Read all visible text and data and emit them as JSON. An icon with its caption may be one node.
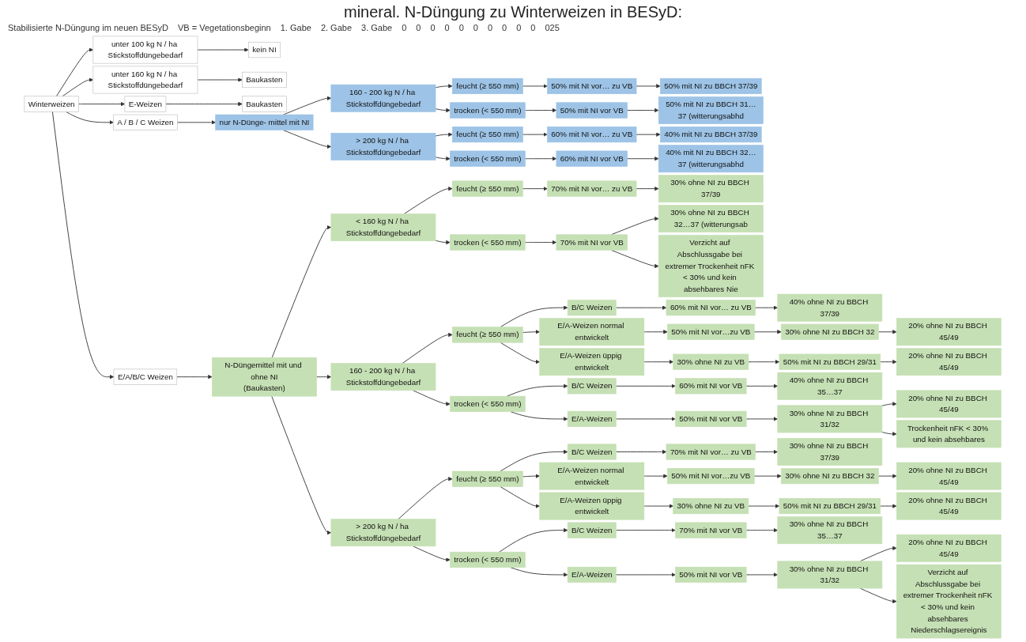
{
  "diagram": {
    "title": "mineral. N-Düngung zu Winterweizen in BESyD:",
    "nodes": [
      {
        "text": [
          "Winterweizen"
        ]
      },
      {
        "text": [
          "unter 100 kg N / ha Stickstoffdüngebedarf"
        ]
      },
      {
        "text": [
          "kein NI"
        ]
      },
      {
        "text": [
          "unter 160 kg N / ha Stickstoffdüngebedarf"
        ]
      },
      {
        "text": [
          "Baukasten"
        ]
      },
      {
        "text": [
          "E-Weizen"
        ]
      },
      {
        "text": [
          "Baukasten"
        ]
      },
      {
        "text": [
          "A / B / C Weizen"
        ]
      },
      {
        "text": [
          "nur N-Dünge- mittel mit NI"
        ]
      },
      {
        "text": [
          "160 - 200 kg N / ha Stickstoffdüngebedarf"
        ]
      },
      {
        "text": [
          "feucht (≥ 550 mm)"
        ]
      },
      {
        "text": [
          "50% mit NI vor… zu VB"
        ]
      },
      {
        "text": [
          "50% mit NI zu BBCH 37/39"
        ]
      },
      {
        "text": [
          "trocken (< 550 mm)"
        ]
      },
      {
        "text": [
          "50% mit NI vor VB"
        ]
      },
      {
        "text": [
          "50% mit NI zu BBCH 31…37 (witterungsabhd"
        ]
      },
      {
        "text": [
          "> 200 kg N / ha Stickstoffdüngebedarf"
        ]
      },
      {
        "text": [
          "feucht (≥ 550 mm)"
        ]
      },
      {
        "text": [
          "60% mit NI vor… zu VB"
        ]
      },
      {
        "text": [
          "40% mit NI zu BBCH 37/39"
        ]
      },
      {
        "text": [
          "trocken (< 550 mm)"
        ]
      },
      {
        "text": [
          "60% mit NI vor VB"
        ]
      },
      {
        "text": [
          "40% mit NI zu BBCH 32…37 (witterungsabhd"
        ]
      },
      {
        "text": [
          "E/A/B/C Weizen"
        ]
      },
      {
        "text": [
          "N-Düngemittel mit und ohne NI",
          "(Baukasten)"
        ]
      },
      {
        "text": [
          "< 160 kg N / ha Stickstoffdüngebedarf"
        ]
      },
      {
        "text": [
          "feucht (≥ 550 mm)"
        ]
      },
      {
        "text": [
          "70% mit NI vor… zu VB"
        ]
      },
      {
        "text": [
          "30% ohne NI zu BBCH 37/39"
        ]
      },
      {
        "text": [
          "trocken (< 550 mm)"
        ]
      },
      {
        "text": [
          "70% mit NI vor VB"
        ]
      },
      {
        "text": [
          "30% ohne NI zu BBCH 32…37 (witterungsab"
        ]
      },
      {
        "text": [
          "Verzicht auf Abschlussgabe bei extremer Trockenheit nFK < 30% und kein absehbares Nie"
        ]
      },
      {
        "text": [
          "160 - 200 kg N / ha Stickstoffdüngebedarf"
        ]
      },
      {
        "text": [
          "feucht (≥ 550 mm)"
        ]
      },
      {
        "text": [
          "B/C Weizen"
        ]
      },
      {
        "text": [
          "60% mit NI vor… zu VB"
        ]
      },
      {
        "text": [
          "40% ohne NI zu BBCH 37/39"
        ]
      },
      {
        "text": [
          "E/A-Weizen normal entwickelt"
        ]
      },
      {
        "text": [
          "50% mit NI vor…zu VB"
        ]
      },
      {
        "text": [
          "30% ohne NI zu BBCH 32"
        ]
      },
      {
        "text": [
          "20% ohne NI zu BBCH 45/49"
        ]
      },
      {
        "text": [
          "E/A-Weizen üppig entwickelt"
        ]
      },
      {
        "text": [
          "30% ohne NI zu VB"
        ]
      },
      {
        "text": [
          "50% mit NI zu BBCH 29/31"
        ]
      },
      {
        "text": [
          "20% ohne NI zu BBCH 45/49"
        ]
      },
      {
        "text": [
          "trocken (< 550 mm)"
        ]
      },
      {
        "text": [
          "B/C Weizen"
        ]
      },
      {
        "text": [
          "60% mit NI vor VB"
        ]
      },
      {
        "text": [
          "40% ohne NI zu BBCH 35…37"
        ]
      },
      {
        "text": [
          "E/A-Weizen"
        ]
      },
      {
        "text": [
          "50% mit NI vor VB"
        ]
      },
      {
        "text": [
          "30% ohne NI zu BBCH 31/32"
        ]
      },
      {
        "text": [
          "20% ohne NI zu BBCH 45/49"
        ]
      },
      {
        "text": [
          "Trockenheit nFK < 30% und kein absehbares"
        ]
      },
      {
        "text": [
          "> 200 kg N / ha Stickstoffdüngebedarf"
        ]
      },
      {
        "text": [
          "feucht (≥ 550 mm)"
        ]
      },
      {
        "text": [
          "B/C Weizen"
        ]
      },
      {
        "text": [
          "70% mit NI vor… zu VB"
        ]
      },
      {
        "text": [
          "30% ohne NI zu BBCH 37/39"
        ]
      },
      {
        "text": [
          "E/A-Weizen normal entwickelt"
        ]
      },
      {
        "text": [
          "50% mit NI vor…zu VB"
        ]
      },
      {
        "text": [
          "30% ohne NI zu BBCH 32"
        ]
      },
      {
        "text": [
          "20% ohne NI zu BBCH 45/49"
        ]
      },
      {
        "text": [
          "E/A-Weizen üppig entwickelt"
        ]
      },
      {
        "text": [
          "30% ohne NI zu VB"
        ]
      },
      {
        "text": [
          "50% mit NI zu BBCH 29/31"
        ]
      },
      {
        "text": [
          "20% ohne NI zu BBCH 45/49"
        ]
      },
      {
        "text": [
          "trocken (< 550 mm)"
        ]
      },
      {
        "text": [
          "B/C Weizen"
        ]
      },
      {
        "text": [
          "70% mit NI vor VB"
        ]
      },
      {
        "text": [
          "30% ohne NI zu BBCH 35…37"
        ]
      },
      {
        "text": [
          "E/A-Weizen"
        ]
      },
      {
        "text": [
          "50% mit NI vor VB"
        ]
      },
      {
        "text": [
          "30% ohne NI zu BBCH 31/32"
        ]
      },
      {
        "text": [
          "20% ohne NI zu BBCH 45/49"
        ]
      },
      {
        "text": [
          "Verzicht auf Abschlussgabe bei extremer Trockenheit nFK < 30% und kein absehbares Niederschlagsereignis"
        ]
      }
    ],
    "edges": [
      {
        "from": 0,
        "to": 1,
        "arrow": "to"
      },
      {
        "from": 0,
        "to": 3,
        "arrow": "to"
      },
      {
        "from": 0,
        "to": 5,
        "arrow": "to"
      },
      {
        "from": 0,
        "to": 7,
        "arrow": "to"
      },
      {
        "from": 0,
        "to": 23,
        "arrow": "to"
      },
      {
        "from": 1,
        "to": 2,
        "arrow": "to"
      },
      {
        "from": 3,
        "to": 4,
        "arrow": "to"
      },
      {
        "from": 5,
        "to": 6,
        "arrow": "to"
      },
      {
        "from": 7,
        "to": 8,
        "arrow": "to"
      },
      {
        "from": 8,
        "to": 9,
        "arrow": "to"
      },
      {
        "from": 8,
        "to": 16,
        "arrow": "to"
      },
      {
        "from": 9,
        "to": 10,
        "arrow": "to"
      },
      {
        "from": 10,
        "to": 11,
        "arrow": "to"
      },
      {
        "from": 11,
        "to": 12,
        "arrow": "to"
      },
      {
        "from": 9,
        "to": 13,
        "arrow": "to"
      },
      {
        "from": 13,
        "to": 14,
        "arrow": "to"
      },
      {
        "from": 14,
        "to": 15,
        "arrow": "to"
      },
      {
        "from": 16,
        "to": 17,
        "arrow": "to"
      },
      {
        "from": 17,
        "to": 18,
        "arrow": "to"
      },
      {
        "from": 18,
        "to": 19,
        "arrow": "to"
      },
      {
        "from": 16,
        "to": 20,
        "arrow": "to"
      },
      {
        "from": 20,
        "to": 21,
        "arrow": "to"
      },
      {
        "from": 21,
        "to": 22,
        "arrow": "to"
      },
      {
        "from": 23,
        "to": 24,
        "arrow": "to"
      },
      {
        "from": 24,
        "to": 25,
        "arrow": "to"
      },
      {
        "from": 24,
        "to": 33,
        "arrow": "to"
      },
      {
        "from": 24,
        "to": 55,
        "arrow": "to"
      },
      {
        "from": 25,
        "to": 26,
        "arrow": "to"
      },
      {
        "from": 26,
        "to": 27,
        "arrow": "to"
      },
      {
        "from": 27,
        "to": 28,
        "arrow": "to"
      },
      {
        "from": 25,
        "to": 29,
        "arrow": "to"
      },
      {
        "from": 29,
        "to": 30,
        "arrow": "to"
      },
      {
        "from": 30,
        "to": 31,
        "arrow": "to"
      },
      {
        "from": 30,
        "to": 32,
        "arrow": "to"
      },
      {
        "from": 33,
        "to": 34,
        "arrow": "to"
      },
      {
        "from": 34,
        "to": 35,
        "arrow": "to"
      },
      {
        "from": 35,
        "to": 36,
        "arrow": "to"
      },
      {
        "from": 36,
        "to": 37,
        "arrow": "to"
      },
      {
        "from": 34,
        "to": 38,
        "arrow": "to"
      },
      {
        "from": 38,
        "to": 39,
        "arrow": "to"
      },
      {
        "from": 39,
        "to": 40,
        "arrow": "to"
      },
      {
        "from": 40,
        "to": 41,
        "arrow": "to"
      },
      {
        "from": 34,
        "to": 42,
        "arrow": "to"
      },
      {
        "from": 42,
        "to": 43,
        "arrow": "to"
      },
      {
        "from": 43,
        "to": 44,
        "arrow": "to"
      },
      {
        "from": 44,
        "to": 45,
        "arrow": "to"
      },
      {
        "from": 33,
        "to": 46,
        "arrow": "to"
      },
      {
        "from": 46,
        "to": 47,
        "arrow": "to"
      },
      {
        "from": 47,
        "to": 48,
        "arrow": "to"
      },
      {
        "from": 48,
        "to": 49,
        "arrow": "to"
      },
      {
        "from": 46,
        "to": 50,
        "arrow": "to"
      },
      {
        "from": 50,
        "to": 51,
        "arrow": "to"
      },
      {
        "from": 51,
        "to": 52,
        "arrow": "to"
      },
      {
        "from": 52,
        "to": 53,
        "arrow": "to"
      },
      {
        "from": 52,
        "to": 54,
        "arrow": "to"
      },
      {
        "from": 55,
        "to": 56,
        "arrow": "to"
      },
      {
        "from": 56,
        "to": 57,
        "arrow": "to"
      },
      {
        "from": 57,
        "to": 58,
        "arrow": "to"
      },
      {
        "from": 58,
        "to": 59,
        "arrow": "to"
      },
      {
        "from": 56,
        "to": 60,
        "arrow": "to"
      },
      {
        "from": 60,
        "to": 61,
        "arrow": "to"
      },
      {
        "from": 61,
        "to": 62,
        "arrow": "to"
      },
      {
        "from": 62,
        "to": 63,
        "arrow": "to"
      },
      {
        "from": 56,
        "to": 64,
        "arrow": "to"
      },
      {
        "from": 64,
        "to": 65,
        "arrow": "to"
      },
      {
        "from": 65,
        "to": 66,
        "arrow": "to"
      },
      {
        "from": 66,
        "to": 67,
        "arrow": "to"
      },
      {
        "from": 55,
        "to": 68,
        "arrow": "to"
      },
      {
        "from": 68,
        "to": 69,
        "arrow": "to"
      },
      {
        "from": 69,
        "to": 70,
        "arrow": "to"
      },
      {
        "from": 70,
        "to": 71,
        "arrow": "to"
      },
      {
        "from": 68,
        "to": 72,
        "arrow": "to"
      },
      {
        "from": 72,
        "to": 73,
        "arrow": "to"
      },
      {
        "from": 73,
        "to": 74,
        "arrow": "to"
      },
      {
        "from": 74,
        "to": 75,
        "arrow": "to"
      },
      {
        "from": 74,
        "to": 76,
        "arrow": "to"
      }
    ],
    "labels": [
      "Stabilisierte N-Düngung im neuen BESyD",
      "VB = Vegetationsbeginn",
      "1. Gabe",
      "2. Gabe",
      "3. Gabe",
      "0",
      "0",
      "0",
      "0",
      "0",
      "0",
      "0",
      "0",
      "0",
      "0",
      "025"
    ]
  }
}
